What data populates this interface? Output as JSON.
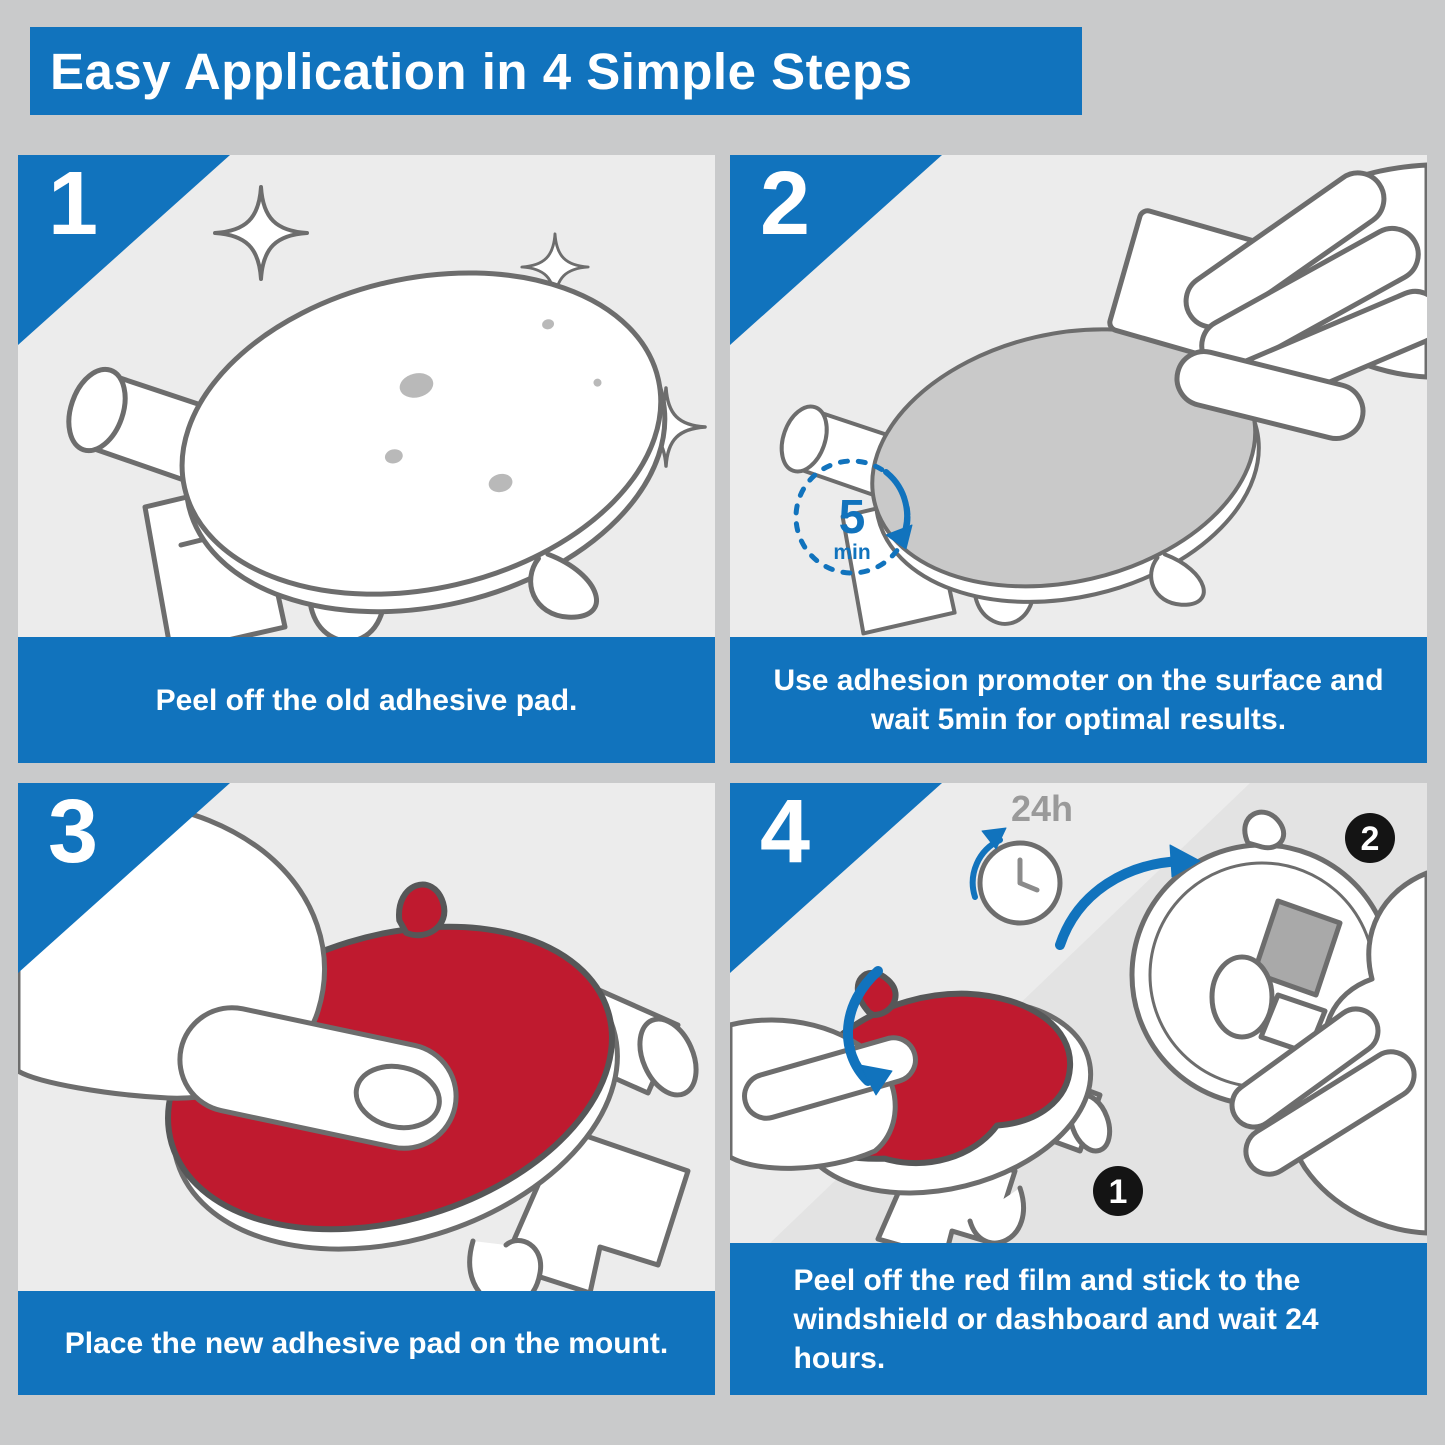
{
  "header": {
    "title": "Easy Application in 4 Simple Steps"
  },
  "colors": {
    "accent_blue": "#1173bd",
    "pad_red": "#bf1a2f",
    "page_background": "#c9cacb",
    "panel_background": "#ececec",
    "outline_gray": "#6d6d6d"
  },
  "steps": [
    {
      "number": "1",
      "caption": "Peel off the old adhesive pad."
    },
    {
      "number": "2",
      "caption": "Use adhesion promoter on the surface and wait 5min for optimal results.",
      "timer": {
        "value": "5",
        "unit": "min"
      }
    },
    {
      "number": "3",
      "caption": "Place the new adhesive pad on the mount."
    },
    {
      "number": "4",
      "caption": "Peel off the red film and stick to the windshield or dashboard and wait 24 hours.",
      "wait_label": "24h",
      "badges": [
        "1",
        "2"
      ]
    }
  ]
}
